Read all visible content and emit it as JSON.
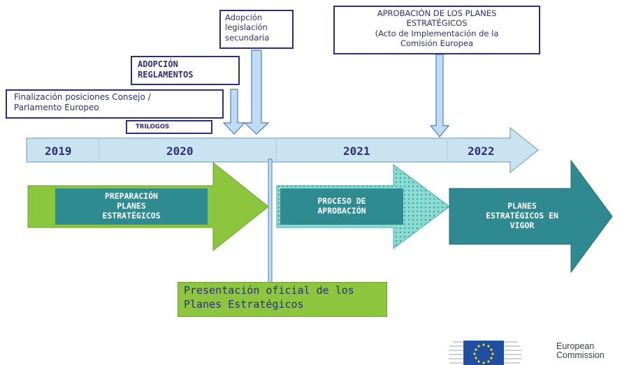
{
  "timeline": {
    "years": [
      "2019",
      "2020",
      "2021",
      "2022"
    ]
  },
  "callouts": {
    "adopcion_legislacion": "Adopción\nlegislación\nsecundaria",
    "aprobacion_planes": "APROBACIÓN DE LOS PLANES\nESTRATÉGICOS\n(Acto de Implementación de la\nComisión Europea",
    "adopcion_reglamentos": "ADOPCIÓN\nREGLAMENTOS",
    "finalizacion_posiciones": "Finalización posiciones Consejo /\nParlamento Europeo",
    "trilogos": "TRÍLOGOS"
  },
  "phases": {
    "preparacion": "PREPARACIÓN\nPLANES\nESTRATÉGICOS",
    "proceso": "PROCESO DE\nAPROBACIÓN",
    "vigor": "PLANES\nESTRATÉGICOS EN\nVIGOR"
  },
  "presentacion": "Presentación oficial de los\nPlanes Estratégicos",
  "logo": {
    "line1": "European",
    "line2": "Commission"
  },
  "colors": {
    "navy": "#2e2e7a",
    "timeline": "#c9e4ee",
    "green_arrow": "#8cc63f",
    "teal_box": "#2e8c91",
    "dotted_arrow": "#66c8c0",
    "dark_teal_arrow": "#2e8a90",
    "presentacion_bg": "#8cc63f",
    "down_arrow": "#bfdcf5"
  }
}
